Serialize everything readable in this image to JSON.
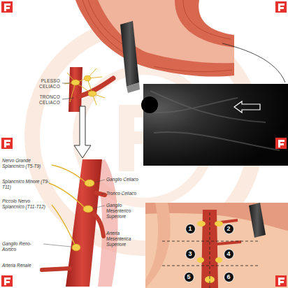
{
  "diagram": {
    "nodes": [
      {
        "text": [
          "1"
        ]
      },
      {
        "text": [
          "2"
        ]
      },
      {
        "text": [
          "3"
        ]
      },
      {
        "text": [
          "4"
        ]
      },
      {
        "text": [
          "5"
        ]
      },
      {
        "text": [
          "6"
        ]
      }
    ],
    "labels": [
      "PLESSO CELIACO",
      "TRONCO CELIACO",
      "Nervo Grande Splancnico (T5-T9)",
      "Splancnico Minore (T9-T11)",
      "Piccolo Nervo Splancnico (T11-T12)",
      "Ganglio Reno-Aortico",
      "Arteria Renale",
      "Ganglio Celiaco",
      "Tronco Celiaco",
      "Ganglio Mesenterico Superiore",
      "Arteria Mesenterica Superiore"
    ]
  }
}
